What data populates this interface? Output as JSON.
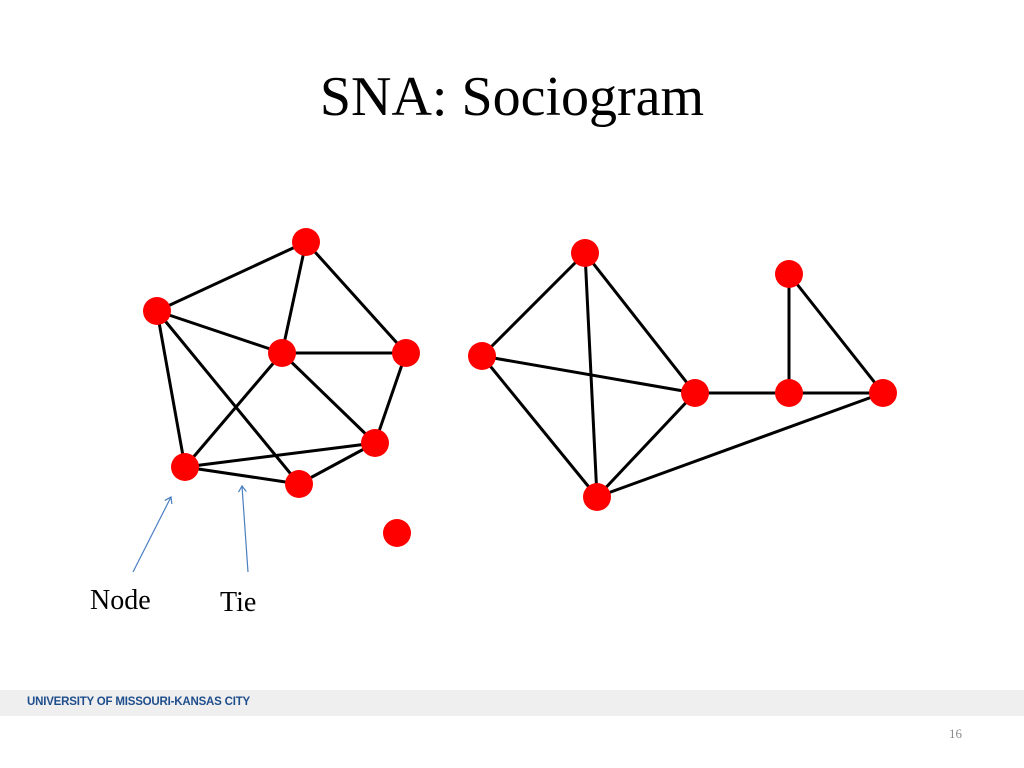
{
  "slide": {
    "title": "SNA: Sociogram",
    "page_number": "16"
  },
  "footer": {
    "institution": "UNIVERSITY OF MISSOURI-KANSAS CITY"
  },
  "labels": {
    "node": "Node",
    "tie": "Tie"
  },
  "colors": {
    "node_fill": "#ff0000",
    "edge_stroke": "#000000",
    "annotation_arrow": "#4a7fc1"
  },
  "diagram": {
    "type": "network",
    "nodes": [
      "n1",
      "n2",
      "n3",
      "n4",
      "n5",
      "n6",
      "n7",
      "n8",
      "n9",
      "n10",
      "n11",
      "n12",
      "n13",
      "n14",
      "n15"
    ],
    "edges": [
      [
        "n1",
        "n2"
      ],
      [
        "n1",
        "n3"
      ],
      [
        "n1",
        "n6"
      ],
      [
        "n1",
        "n7"
      ],
      [
        "n2",
        "n3"
      ],
      [
        "n2",
        "n4"
      ],
      [
        "n3",
        "n4"
      ],
      [
        "n3",
        "n5"
      ],
      [
        "n3",
        "n6"
      ],
      [
        "n4",
        "n5"
      ],
      [
        "n5",
        "n6"
      ],
      [
        "n5",
        "n7"
      ],
      [
        "n6",
        "n7"
      ],
      [
        "n8",
        "n9"
      ],
      [
        "n8",
        "n10"
      ],
      [
        "n8",
        "n11"
      ],
      [
        "n9",
        "n10"
      ],
      [
        "n9",
        "n11"
      ],
      [
        "n10",
        "n11"
      ],
      [
        "n10",
        "n13"
      ],
      [
        "n11",
        "n14"
      ],
      [
        "n12",
        "n13"
      ],
      [
        "n12",
        "n14"
      ],
      [
        "n13",
        "n14"
      ]
    ]
  }
}
